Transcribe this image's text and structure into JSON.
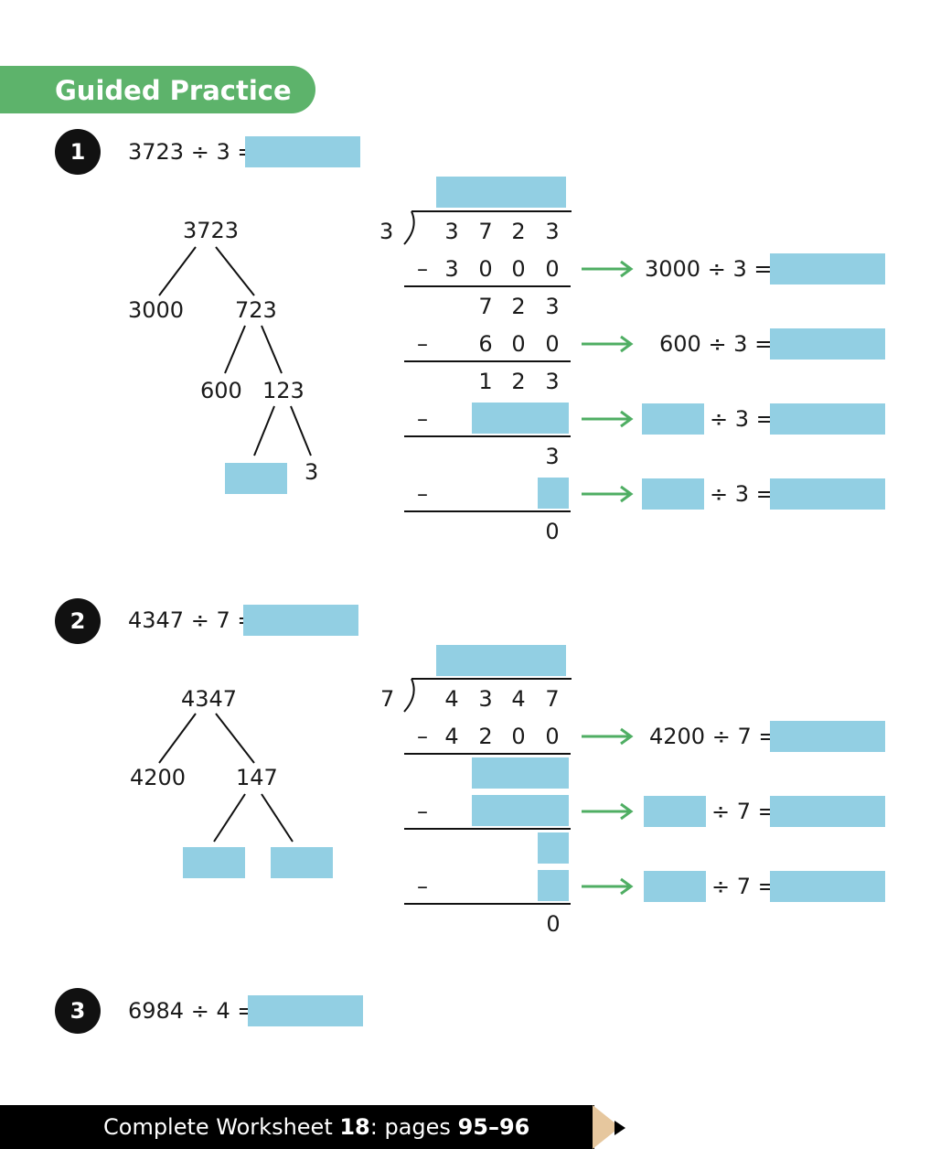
{
  "header": {
    "title": "Guided Practice"
  },
  "colors": {
    "banner": "#5db36b",
    "blank": "#92cfe3",
    "arrow": "#4fae63",
    "badge": "#111111",
    "pencil_tab": "#e6c79e"
  },
  "icons": {
    "arrow": "green-arrow-icon",
    "pencil": "pencil-tip-icon"
  },
  "problems": [
    {
      "number": "1",
      "equation": "3723 ÷ 3 =",
      "divisor": "3",
      "dividend_digits": [
        "3",
        "7",
        "2",
        "3"
      ],
      "tree": {
        "root": "3723",
        "left": "3000",
        "right": "723",
        "right_left": "600",
        "right_right": "123",
        "leaf_right": "3"
      },
      "steps": {
        "sub1_digits": [
          "3",
          "0",
          "0",
          "0"
        ],
        "rem1_digits": [
          "7",
          "2",
          "3"
        ],
        "sub2_digits": [
          "6",
          "0",
          "0"
        ],
        "rem2_digits": [
          "1",
          "2",
          "3"
        ],
        "rem3": "3",
        "final": "0"
      },
      "side": {
        "eq1": "3000 ÷ 3 =",
        "eq2": "600 ÷ 3 =",
        "div3": "÷ 3 =",
        "div4": "÷ 3 ="
      }
    },
    {
      "number": "2",
      "equation": "4347 ÷ 7 =",
      "divisor": "7",
      "dividend_digits": [
        "4",
        "3",
        "4",
        "7"
      ],
      "tree": {
        "root": "4347",
        "left": "4200",
        "right": "147"
      },
      "steps": {
        "sub1_digits": [
          "4",
          "2",
          "0",
          "0"
        ],
        "final": "0"
      },
      "side": {
        "eq1": "4200 ÷ 7 =",
        "div2": "÷ 7 =",
        "div3": "÷ 7 ="
      }
    },
    {
      "number": "3",
      "equation": "6984 ÷ 4 ="
    }
  ],
  "minus": "–",
  "footer": {
    "prefix": "Complete Worksheet ",
    "worksheet": "18",
    "middle": ": pages ",
    "pages": "95–96"
  }
}
